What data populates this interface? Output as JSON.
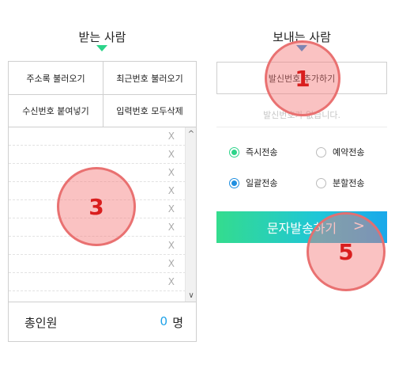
{
  "left_panel": {
    "title": "받는 사람",
    "buttons": {
      "address_book": "주소록 불러오기",
      "recent_numbers": "최근번호 불러오기",
      "paste_numbers": "수신번호 붙여넣기",
      "delete_all": "입력번호 모두삭제"
    },
    "rows": [
      "",
      "",
      "",
      "",
      "",
      "",
      "",
      "",
      ""
    ],
    "delete_glyph": "X",
    "total_label": "총인원",
    "total_count": "0",
    "total_unit": "명"
  },
  "right_panel": {
    "title": "보내는 사람",
    "add_sender_button": "발신번호 추가하기",
    "no_sender_text": "발신번호가 없습니다.",
    "options": {
      "immediate": "즉시전송",
      "scheduled": "예약전송",
      "bulk": "일괄전송",
      "split": "분할전송"
    },
    "send_button": "문자발송하기",
    "send_chevron": ">"
  },
  "markers": [
    "1",
    "3",
    "5"
  ],
  "colors": {
    "accent_green": "#2dd48a",
    "accent_blue": "#1f8fe0",
    "count_blue": "#1fa2e8",
    "marker_red": "#d91e1e"
  }
}
